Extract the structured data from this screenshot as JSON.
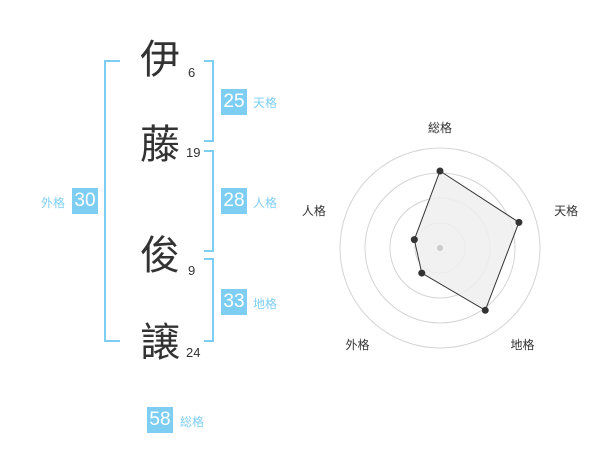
{
  "name": {
    "characters": [
      {
        "char": "伊",
        "strokes": "6"
      },
      {
        "char": "藤",
        "strokes": "19"
      },
      {
        "char": "俊",
        "strokes": "9"
      },
      {
        "char": "譲",
        "strokes": "24"
      }
    ]
  },
  "fortune": {
    "tenkaku": {
      "value": "25",
      "label": "天格"
    },
    "jinkaku": {
      "value": "28",
      "label": "人格"
    },
    "chikaku": {
      "value": "33",
      "label": "地格"
    },
    "gaikaku": {
      "value": "30",
      "label": "外格"
    },
    "soukaku": {
      "value": "58",
      "label": "総格"
    }
  },
  "colors": {
    "accent": "#7ecef4",
    "text": "#333333",
    "radar_fill": "#eeeeee"
  },
  "chart_data": {
    "type": "radar",
    "axes": [
      "総格",
      "天格",
      "地格",
      "外格",
      "人格"
    ],
    "series": [
      {
        "values": [
          0.77,
          0.83,
          0.77,
          0.31,
          0.27
        ]
      }
    ],
    "rlim": [
      0,
      1
    ],
    "rings": 4,
    "grid": true
  }
}
